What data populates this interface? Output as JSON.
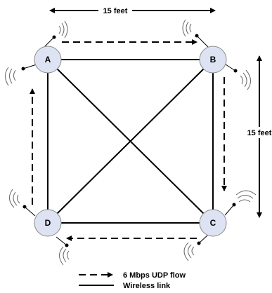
{
  "dimensions": {
    "horizontal_label": "15 feet",
    "vertical_label": "15 feet"
  },
  "nodes": [
    {
      "id": "A",
      "label": "A"
    },
    {
      "id": "B",
      "label": "B"
    },
    {
      "id": "C",
      "label": "C"
    },
    {
      "id": "D",
      "label": "D"
    }
  ],
  "wireless_links": [
    [
      "A",
      "B"
    ],
    [
      "B",
      "C"
    ],
    [
      "C",
      "D"
    ],
    [
      "D",
      "A"
    ],
    [
      "A",
      "C"
    ],
    [
      "B",
      "D"
    ]
  ],
  "udp_flow_path": [
    "A",
    "B",
    "C",
    "D",
    "A"
  ],
  "legend": {
    "udp_flow_label": "6 Mbps UDP flow",
    "wireless_link_label": "Wireless link"
  },
  "colors": {
    "node_fill": "#dde3f2",
    "node_stroke": "#8a8a8a",
    "line": "#000000"
  }
}
